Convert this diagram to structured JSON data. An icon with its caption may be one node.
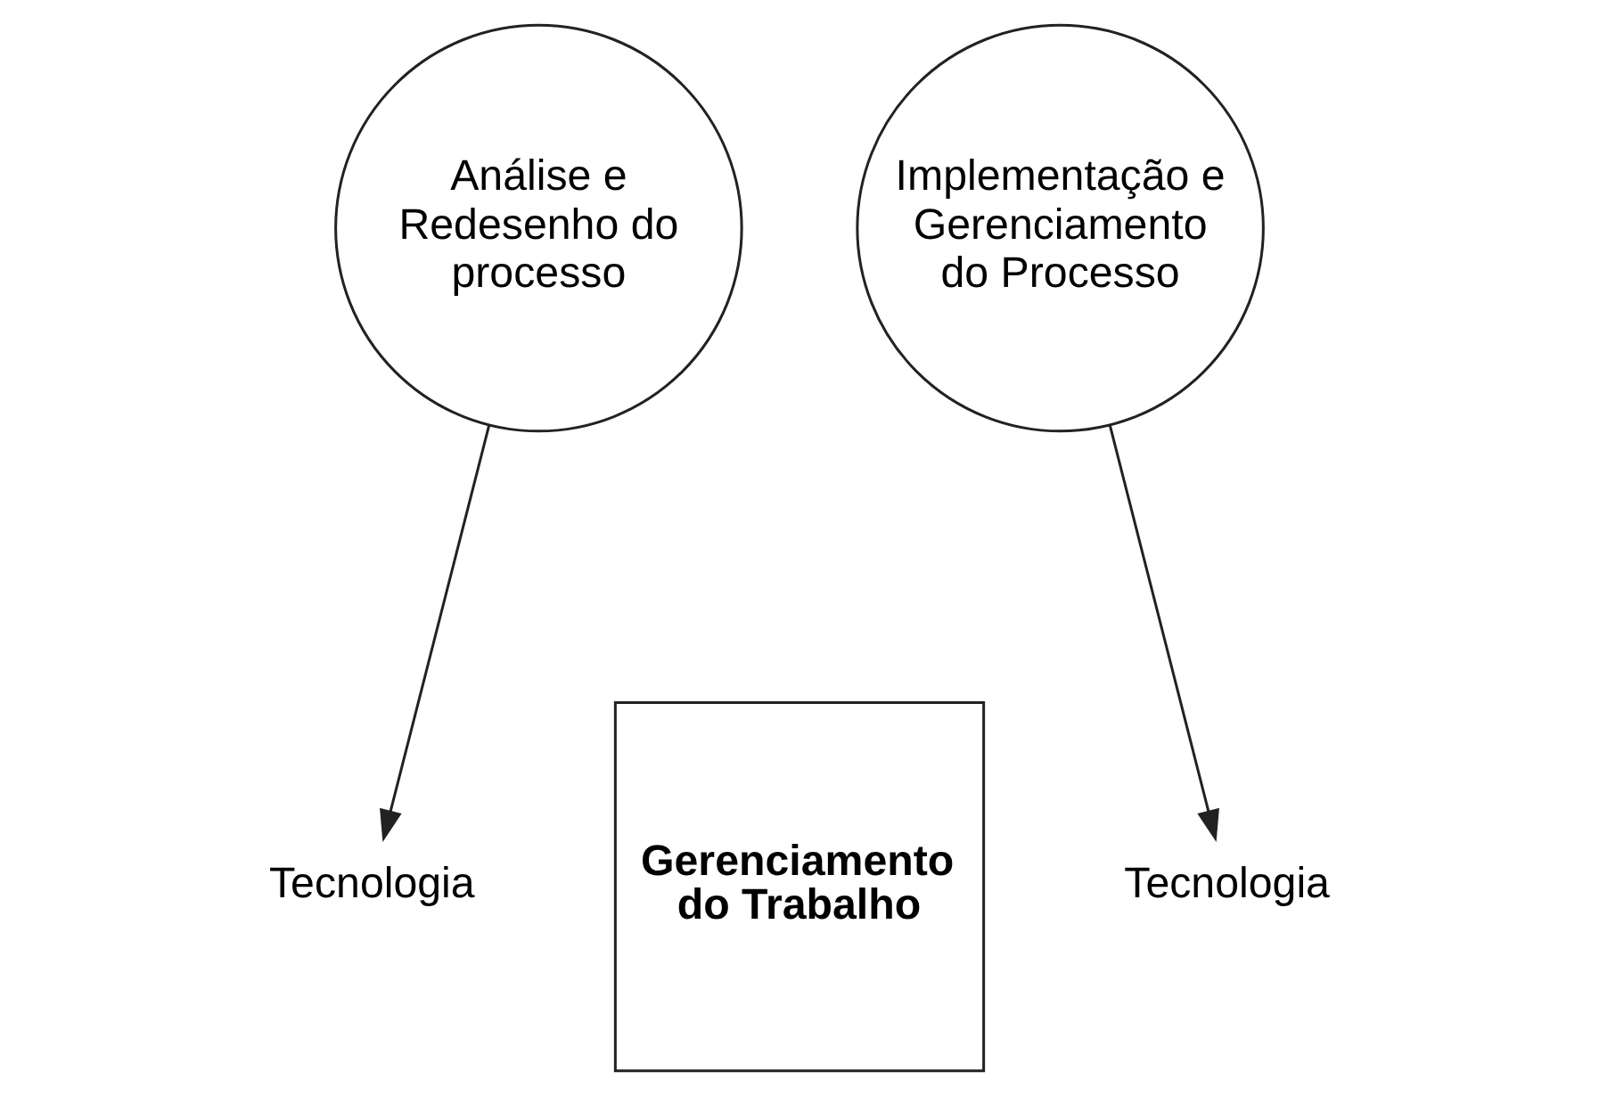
{
  "diagram": {
    "nodes": [
      {
        "text": [
          "Análise e Redesenho do processo"
        ]
      },
      {
        "text": [
          "Implementação e Gerenciamento do Processo"
        ]
      },
      {
        "text": [
          "Tecnologia"
        ]
      },
      {
        "text": [
          "Gerenciamento do Trabalho"
        ]
      },
      {
        "text": [
          "Tecnologia"
        ]
      }
    ],
    "edges": [
      {
        "from": 0,
        "to": 2,
        "arrow": "to"
      },
      {
        "from": 1,
        "to": 4,
        "arrow": "to"
      }
    ]
  }
}
